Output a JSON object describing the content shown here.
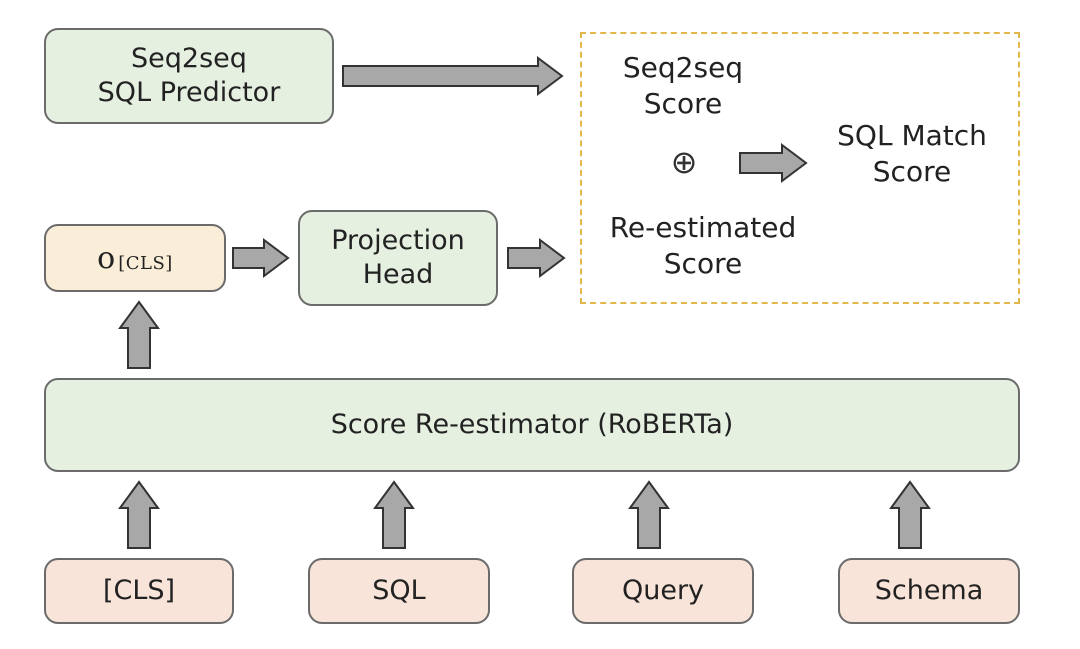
{
  "nodes": {
    "seq2seq_predictor": "Seq2seq\nSQL Predictor",
    "o_cls": {
      "symbol": "o",
      "subscript": "[CLS]"
    },
    "projection_head": "Projection\nHead",
    "score_reestimator": "Score Re-estimator (RoBERTa)",
    "inputs": [
      "[CLS]",
      "SQL",
      "Query",
      "Schema"
    ]
  },
  "score_panel": {
    "seq2seq_score": "Seq2seq\nScore",
    "plus_symbol": "⊕",
    "reestimated_score": "Re-estimated\nScore",
    "sql_match_score": "SQL Match\nScore"
  },
  "colors": {
    "green_fill": "#e6f0e1",
    "peach_fill": "#f8e4d8",
    "cream_fill": "#fbeed9",
    "arrow_fill": "#a8a8a8",
    "dashed_border": "#e2b84a"
  }
}
